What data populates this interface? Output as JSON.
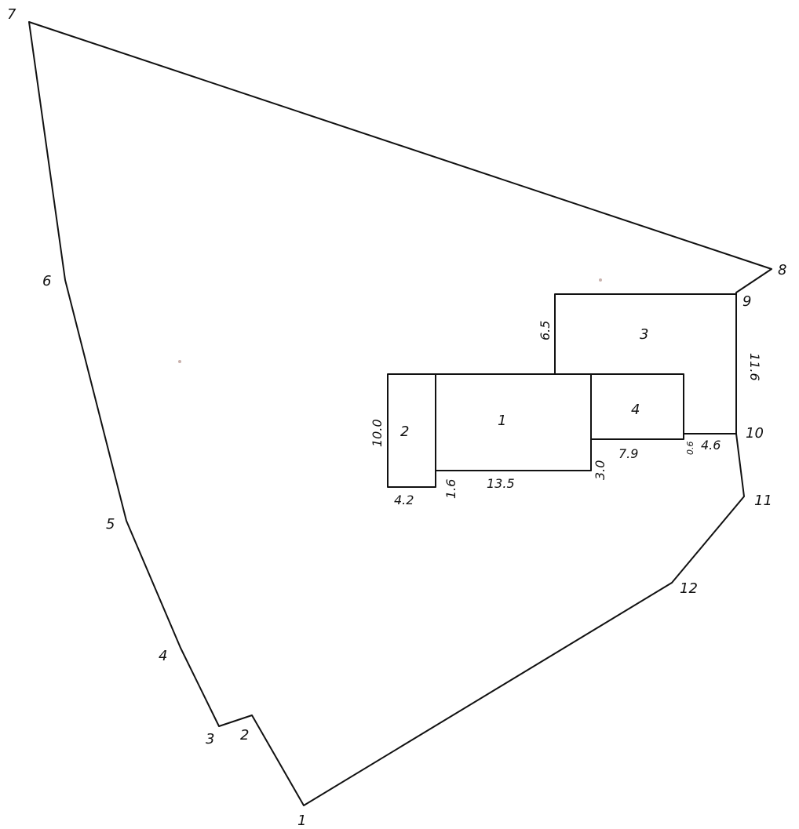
{
  "vertices": [
    {
      "id": "v1",
      "label": "1"
    },
    {
      "id": "v2",
      "label": "2"
    },
    {
      "id": "v3",
      "label": "3"
    },
    {
      "id": "v4",
      "label": "4"
    },
    {
      "id": "v5",
      "label": "5"
    },
    {
      "id": "v6",
      "label": "6"
    },
    {
      "id": "v7",
      "label": "7"
    },
    {
      "id": "v8",
      "label": "8"
    },
    {
      "id": "v9",
      "label": "9"
    },
    {
      "id": "v10",
      "label": "10"
    },
    {
      "id": "v11",
      "label": "11"
    },
    {
      "id": "v12",
      "label": "12"
    }
  ],
  "buildings": [
    {
      "id": "b1",
      "label": "1"
    },
    {
      "id": "b2",
      "label": "2"
    },
    {
      "id": "b3",
      "label": "3"
    },
    {
      "id": "b4",
      "label": "4"
    }
  ],
  "dimensions": {
    "b2_height": "10.0",
    "b2_width": "4.2",
    "offset_1_6": "1.6",
    "b1_width": "13.5",
    "offset_3_0": "3.0",
    "b4_width": "7.9",
    "offset_0_6": "0.6",
    "offset_4_6": "4.6",
    "b3_height": "6.5",
    "side_11_6": "11.6"
  },
  "colors": {
    "ink": "#111111",
    "paper": "#ffffff"
  }
}
